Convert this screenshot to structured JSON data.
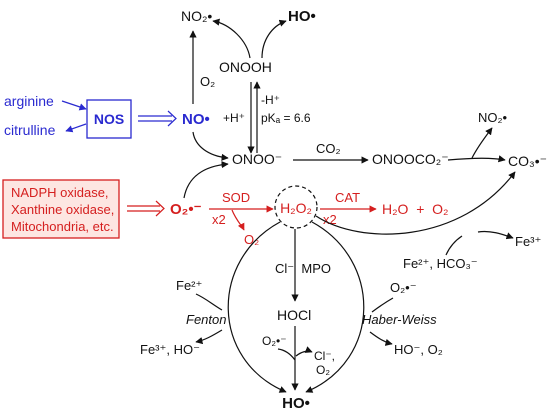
{
  "colors": {
    "blue": "#2a2ad0",
    "red": "#d51f1f",
    "black": "#111111",
    "red_fill": "#fde6e2"
  },
  "nitrogen_path": {
    "no2_top": "NO₂•",
    "ho_top": "HO•",
    "o2_label": "O₂",
    "onooh": "ONOOH",
    "minus_h": "-H⁺",
    "plus_h": "+H⁺",
    "pka": "pKₐ = 6.6",
    "no": "NO•",
    "onoo": "ONOO⁻",
    "co2": "CO₂",
    "onoococ2": "ONOOCO₂⁻",
    "no2_right": "NO₂•",
    "co3": "CO₃•⁻"
  },
  "nos_box": {
    "label": "NOS",
    "arginine": "arginine",
    "citrulline": "citrulline"
  },
  "sources_box": {
    "lines": [
      "NADPH oxidase,",
      "Xanthine oxidase,",
      "Mitochondria, etc."
    ]
  },
  "ros_path": {
    "superoxide": "O₂•⁻",
    "sod": "SOD",
    "sod_x2": "x2",
    "o2_from_sod": "O₂",
    "h2o2": "H₂O₂",
    "cat": "CAT",
    "cat_x2": "x2",
    "products": "H₂O  +  O₂",
    "fe3_right": "Fe³⁺",
    "fe2_hco3": "Fe²⁺, HCO₃⁻"
  },
  "lower_path": {
    "cl_mpo": "Cl⁻  MPO",
    "hocl": "HOCl",
    "o2_minus_mid": "O₂•⁻",
    "cl_minus": "Cl⁻,",
    "o2_mid": "O₂",
    "fe2_left": "Fe²⁺",
    "fenton": "Fenton",
    "fe3_left": "Fe³⁺, HO⁻",
    "o2_minus_right": "O₂•⁻",
    "haber_weiss": "Haber-Weiss",
    "ho_o2_right": "HO⁻, O₂",
    "ho_bottom": "HO•"
  }
}
